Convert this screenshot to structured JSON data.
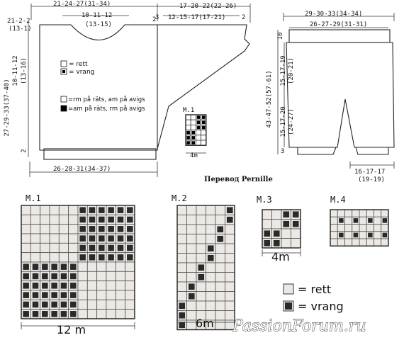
{
  "sweater": {
    "top_width": "21-24-27(31-34)",
    "neck_width": "10-11-12",
    "neck_width_2": "(13-15)",
    "shoulder_drop": "2",
    "sleeve_sep": "3",
    "sleeve_top": "17-20-22(22-26)",
    "sleeve_len": "12-15-17(17-21)",
    "sleeve_end": "2",
    "side_top": "21-2-2",
    "side_top_2": "(13-1)",
    "armhole_h": "10-11-12",
    "armhole_h_2": "(13-16)",
    "body_h": "27-29-33(37-40)",
    "rib_h": "2",
    "bottom_width": "26-28-31(34-37)"
  },
  "legend_small": [
    {
      "key": "rett",
      "label": "= rett",
      "fill": "#ffffff"
    },
    {
      "key": "vrang",
      "label": "= vrang",
      "fill": "#000000"
    },
    {
      "key": "rm_rats",
      "label": "=rm på räts, am på avigs",
      "fill": "#ffffff"
    },
    {
      "key": "am_rats",
      "label": "=am på räts, rm på avigs",
      "fill": "#000000"
    }
  ],
  "small_chart": {
    "title": "M.1",
    "span": "4m"
  },
  "pants": {
    "waist_outer": "29-30-33(34-34)",
    "waist_inner": "26-27-29(31-31)",
    "band_h": "10",
    "total_h": "43-47-52(57-61)",
    "upper_h": "15-17-19",
    "upper_h_2": "(20-21)",
    "lower_h": "15-17-20",
    "lower_h_2": "(24-27)",
    "cuff_h": "3",
    "leg_width": "16-17-17",
    "leg_width_2": "(19-19)"
  },
  "translation_credit": "Перевод Pernille",
  "charts": {
    "m1": {
      "title": "M.1",
      "span": "12 m"
    },
    "m2": {
      "title": "M.2",
      "span": "6m"
    },
    "m3": {
      "title": "M.3",
      "span": "4m"
    },
    "m4": {
      "title": "M.4"
    }
  },
  "legend_large": [
    {
      "key": "rett",
      "label": "= rett",
      "fill": "#ece8e4"
    },
    {
      "key": "vrang",
      "label": "= vrang",
      "fill": "#2a2a2a"
    }
  ],
  "watermark": "PassionForum.ru",
  "colors": {
    "light_cell": "#ece8e4",
    "dark_cell": "#2a2a2a",
    "grid_line": "#555555"
  }
}
